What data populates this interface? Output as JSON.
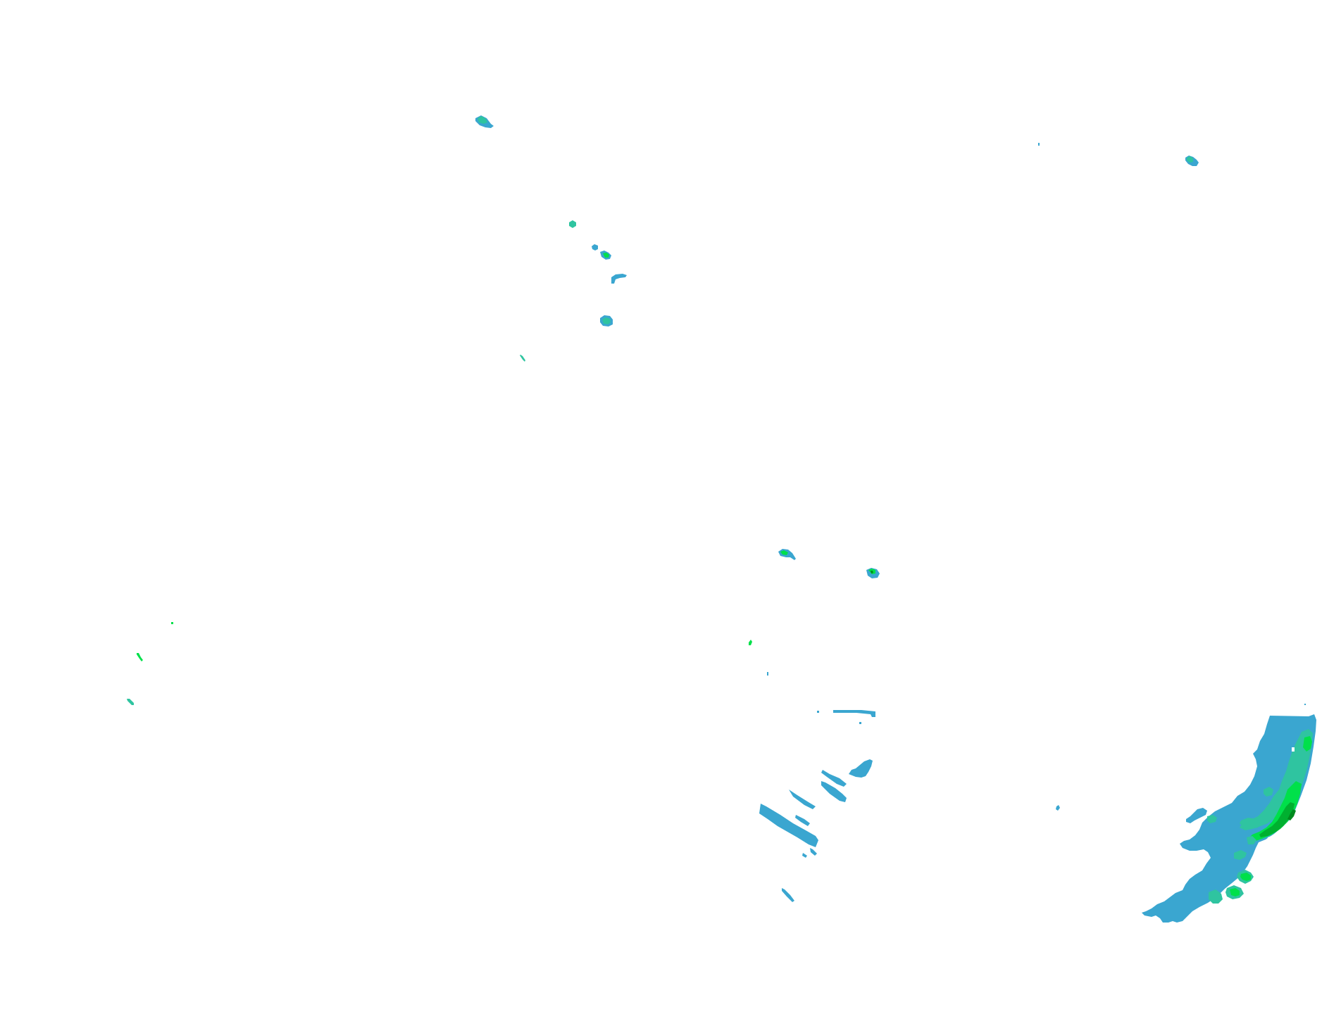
{
  "map": {
    "type": "precipitation-radar-overlay",
    "background": "#ffffff",
    "palette": {
      "light": "#3aa6d0",
      "medium": "#2fc4a0",
      "moderate": "#00e04a",
      "heavy": "#00b030",
      "intense": "#008a1e"
    },
    "echo_groups": [
      "northwest-cells",
      "northeast-cell",
      "western-cells",
      "central-cells",
      "central-streaks",
      "southeast-band"
    ]
  }
}
